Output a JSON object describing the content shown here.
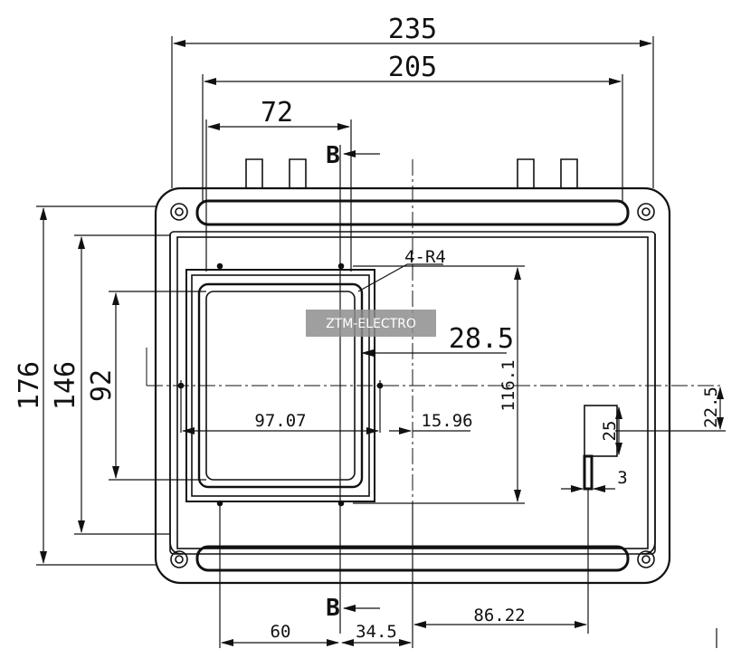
{
  "watermark": "ZTM-ELECTRO",
  "section": {
    "top_label": "B",
    "bottom_label": "B"
  },
  "dimensions": {
    "overall_width": "235",
    "inner_width": "205",
    "offset_72": "72",
    "height_176": "176",
    "height_146": "146",
    "height_92": "92",
    "corner_radius": "4-R4",
    "dim_28_5": "28.5",
    "dim_116_1": "116.1",
    "dim_97_07": "97.07",
    "dim_15_96": "15.96",
    "dim_22_5": "22.5",
    "dim_25": "25",
    "dim_3": "3",
    "dim_60": "60",
    "dim_34_5": "34.5",
    "dim_86_22": "86.22"
  },
  "colors": {
    "line": "#111111",
    "watermark_bg": "#8e8e8e"
  }
}
